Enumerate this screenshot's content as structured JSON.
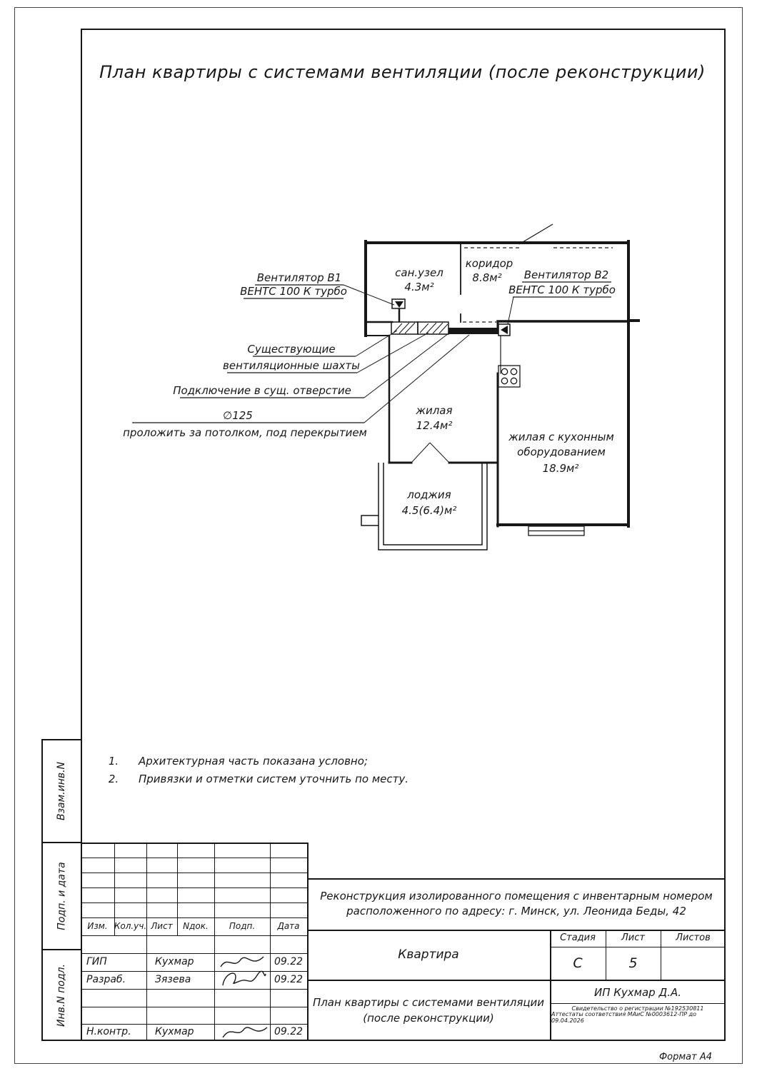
{
  "page": {
    "title": "План квартиры с системами вентиляции (после реконструкции)",
    "format_label": "Формат А4"
  },
  "colors": {
    "ink": "#161616",
    "paper": "#ffffff"
  },
  "plan": {
    "rooms": {
      "bathroom": {
        "name": "сан.узел",
        "area": "4.3м²"
      },
      "corridor": {
        "name": "коридор",
        "area": "8.8м²"
      },
      "living": {
        "name": "жилая",
        "area": "12.4м²"
      },
      "kitchen_living": {
        "name1": "жилая с кухонным",
        "name2": "оборудованием",
        "area": "18.9м²"
      },
      "loggia": {
        "name": "лоджия",
        "area": "4.5(6.4)м²"
      }
    },
    "annotations": {
      "fan1_line1": "Вентилятор В1",
      "fan1_line2": "ВЕНТС 100 К турбо",
      "fan2_line1": "Вентилятор В2",
      "fan2_line2": "ВЕНТС 100 К турбо",
      "shafts_line1": "Существующие",
      "shafts_line2": "вентиляционные шахты",
      "connection_line1": "Подключение в сущ. отверстие",
      "connection_line2": "∅125",
      "connection_line3": "проложить за потолком, под перекрытием"
    }
  },
  "notes": {
    "items": [
      {
        "num": "1.",
        "text": "Архитектурная часть показана условно;"
      },
      {
        "num": "2.",
        "text": "Привязки и отметки систем уточнить по месту."
      }
    ]
  },
  "side_strip": {
    "cell1": "Взам.инв.N",
    "cell2": "Подп. и дата",
    "cell3": "Инв.N подл."
  },
  "title_block": {
    "columns": [
      "Изм.",
      "Кол.уч.",
      "Лист",
      "Nдок.",
      "Подп.",
      "Дата"
    ],
    "rows": [
      {
        "role": "ГИП",
        "name": "Кухмар",
        "date": "09.22"
      },
      {
        "role": "Разраб.",
        "name": "Зязева",
        "date": "09.22"
      },
      {
        "role": "Н.контр.",
        "name": "Кухмар",
        "date": "09.22"
      }
    ],
    "project_line1": "Реконструкция изолированного помещения с инвентарным номером",
    "project_line2": "расположенного по адресу: г. Минск, ул. Леонида Беды, 42",
    "object_name": "Квартира",
    "stage_label": "Стадия",
    "sheet_label": "Лист",
    "sheets_label": "Листов",
    "stage_value": "С",
    "sheet_value": "5",
    "doc_title_line1": "План квартиры с системами вентиляции",
    "doc_title_line2": "(после реконструкции)",
    "company": "ИП Кухмар Д.А.",
    "cert_line1": "Свидетельство о регистрации №192530811",
    "cert_line2": "Аттестаты соответствия МАиС №0003612-ПР до 09.04.2026"
  }
}
